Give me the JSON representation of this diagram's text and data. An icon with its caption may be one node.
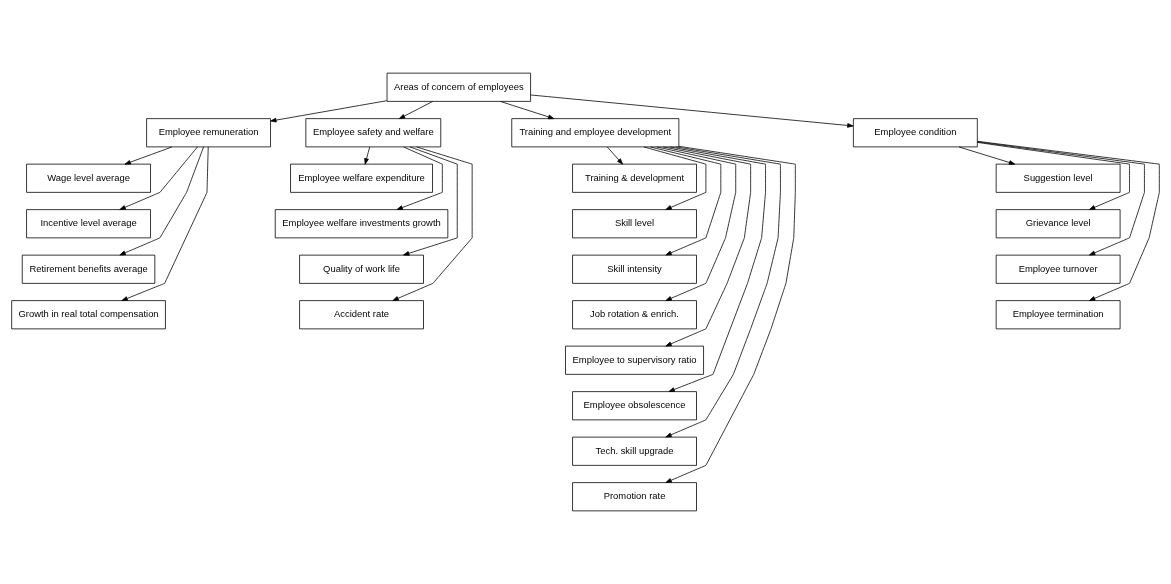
{
  "diagram": {
    "nodes": [
      {
        "text": [
          "Areas of concern of employees"
        ]
      },
      {
        "text": [
          "Employee remuneration"
        ]
      },
      {
        "text": [
          "Employee safety and welfare"
        ]
      },
      {
        "text": [
          "Training and employee development"
        ]
      },
      {
        "text": [
          "Employee condition"
        ]
      },
      {
        "text": [
          "Wage level average"
        ]
      },
      {
        "text": [
          "Incentive level average"
        ]
      },
      {
        "text": [
          "Retirement benefits average"
        ]
      },
      {
        "text": [
          "Growth in real total compensation"
        ]
      },
      {
        "text": [
          "Employee welfare expenditure"
        ]
      },
      {
        "text": [
          "Employee welfare investments growth"
        ]
      },
      {
        "text": [
          "Quality of work life"
        ]
      },
      {
        "text": [
          "Accident rate"
        ]
      },
      {
        "text": [
          "Training & development"
        ]
      },
      {
        "text": [
          "Skill level"
        ]
      },
      {
        "text": [
          "Skill intensity"
        ]
      },
      {
        "text": [
          "Job rotation & enrich."
        ]
      },
      {
        "text": [
          "Employee to supervisory ratio"
        ]
      },
      {
        "text": [
          "Employee obsolescence"
        ]
      },
      {
        "text": [
          "Tech. skill upgrade"
        ]
      },
      {
        "text": [
          "Promotion rate"
        ]
      },
      {
        "text": [
          "Suggestion level"
        ]
      },
      {
        "text": [
          "Grievance level"
        ]
      },
      {
        "text": [
          "Employee turnover"
        ]
      },
      {
        "text": [
          "Employee termination"
        ]
      }
    ],
    "edges": [
      {
        "from": 0,
        "to": 1,
        "arrow": "to"
      },
      {
        "from": 0,
        "to": 2,
        "arrow": "to"
      },
      {
        "from": 0,
        "to": 3,
        "arrow": "to"
      },
      {
        "from": 0,
        "to": 4,
        "arrow": "to"
      },
      {
        "from": 1,
        "to": 5,
        "arrow": "to"
      },
      {
        "from": 1,
        "to": 6,
        "arrow": "to"
      },
      {
        "from": 1,
        "to": 7,
        "arrow": "to"
      },
      {
        "from": 1,
        "to": 8,
        "arrow": "to"
      },
      {
        "from": 2,
        "to": 9,
        "arrow": "to"
      },
      {
        "from": 2,
        "to": 10,
        "arrow": "to"
      },
      {
        "from": 2,
        "to": 11,
        "arrow": "to"
      },
      {
        "from": 2,
        "to": 12,
        "arrow": "to"
      },
      {
        "from": 3,
        "to": 13,
        "arrow": "to"
      },
      {
        "from": 3,
        "to": 14,
        "arrow": "to"
      },
      {
        "from": 3,
        "to": 15,
        "arrow": "to"
      },
      {
        "from": 3,
        "to": 16,
        "arrow": "to"
      },
      {
        "from": 3,
        "to": 17,
        "arrow": "to"
      },
      {
        "from": 3,
        "to": 18,
        "arrow": "to"
      },
      {
        "from": 3,
        "to": 19,
        "arrow": "to"
      },
      {
        "from": 3,
        "to": 20,
        "arrow": "to"
      },
      {
        "from": 4,
        "to": 21,
        "arrow": "to"
      },
      {
        "from": 4,
        "to": 22,
        "arrow": "to"
      },
      {
        "from": 4,
        "to": 23,
        "arrow": "to"
      },
      {
        "from": 4,
        "to": 24,
        "arrow": "to"
      }
    ]
  }
}
